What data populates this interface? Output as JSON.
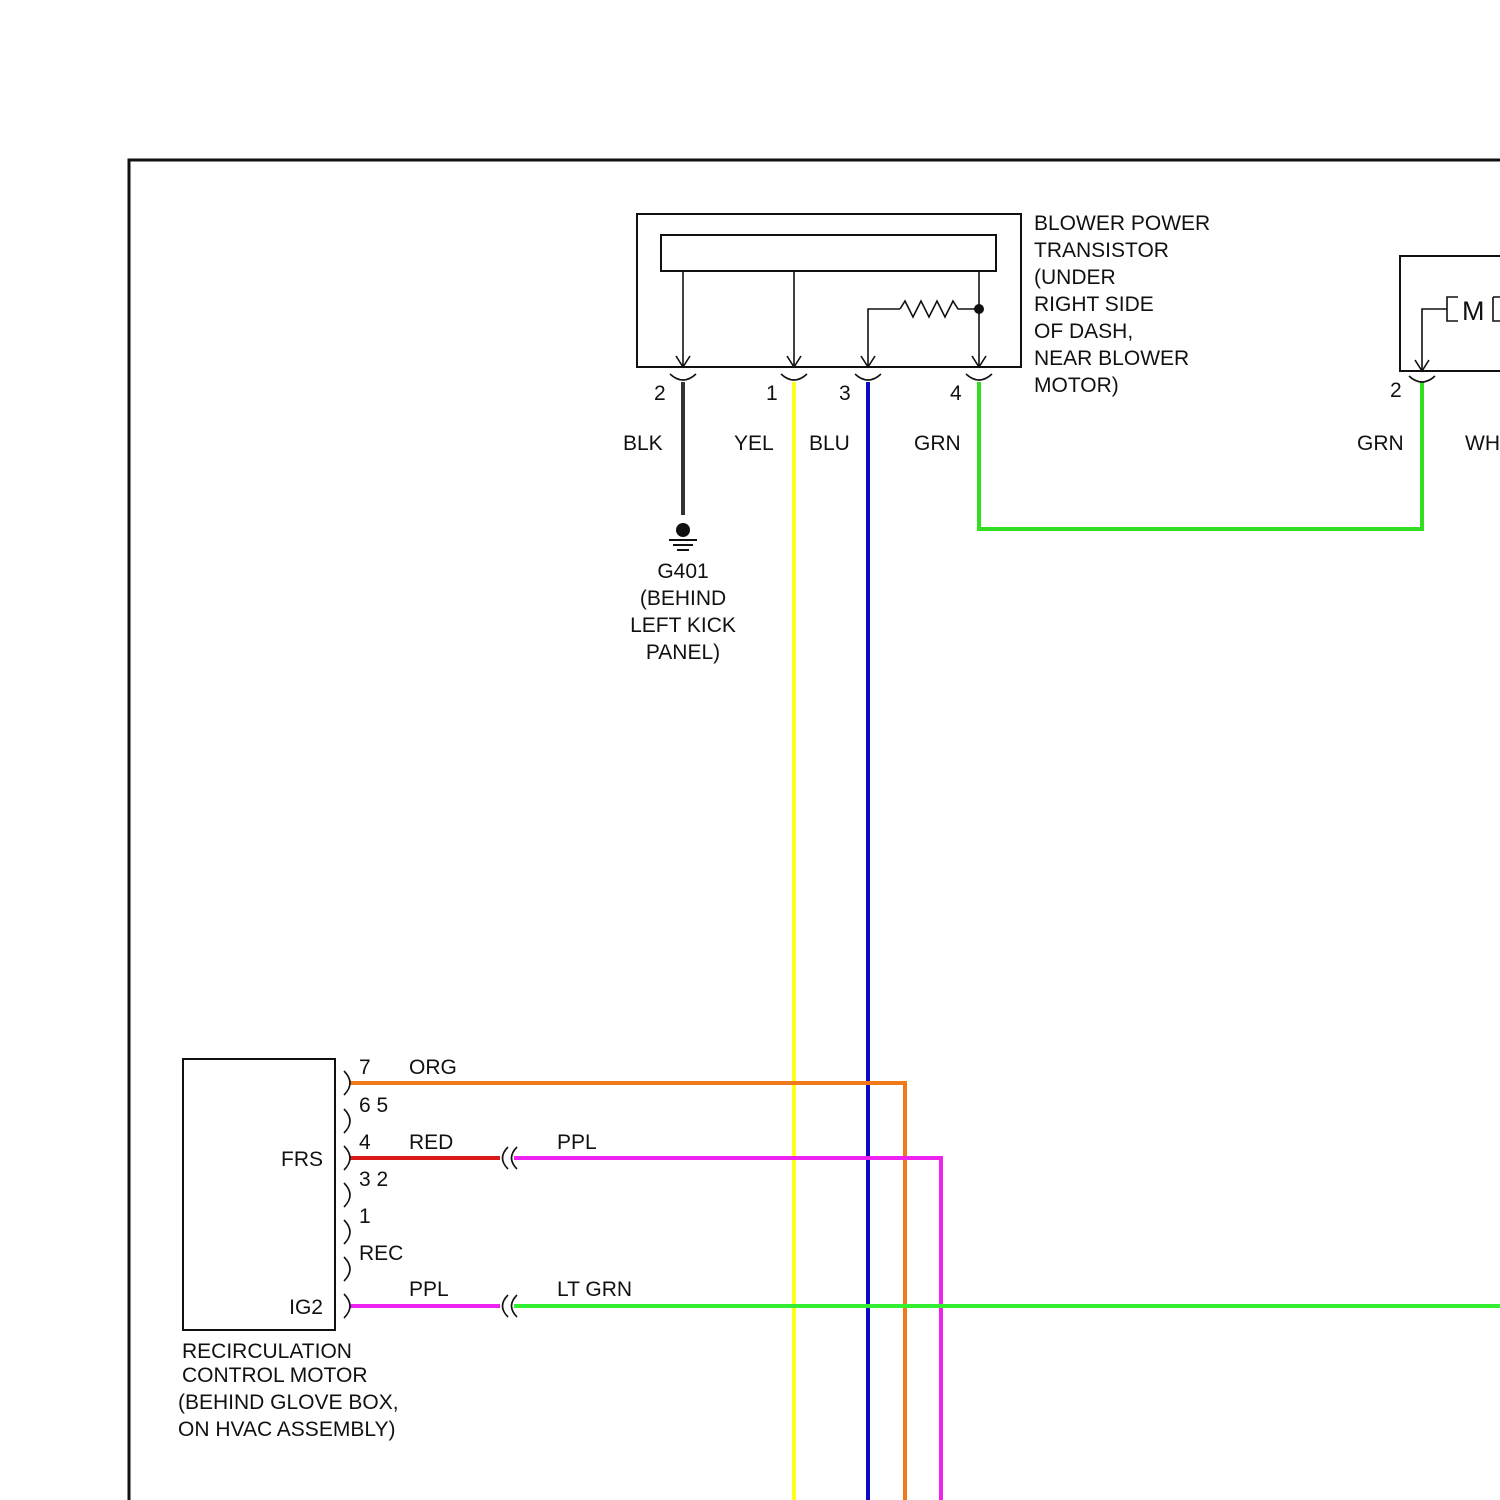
{
  "blower_power_transistor": {
    "label_lines": [
      "BLOWER POWER",
      "TRANSISTOR",
      "(UNDER",
      "RIGHT SIDE",
      "OF DASH,",
      "NEAR BLOWER",
      "MOTOR)"
    ],
    "pins": [
      "2",
      "1",
      "3",
      "4"
    ],
    "wire_colors": [
      "BLK",
      "YEL",
      "BLU",
      "GRN"
    ]
  },
  "ground": {
    "label_lines": [
      "G401",
      "(BEHIND",
      "LEFT KICK",
      "PANEL)"
    ]
  },
  "blower_motor": {
    "symbol": "M",
    "pin": "2",
    "wire_colors": [
      "GRN",
      "WH"
    ]
  },
  "recirculation_control_motor": {
    "label_lines": [
      "RECIRCULATION",
      "CONTROL MOTOR",
      "(BEHIND GLOVE BOX,",
      "ON HVAC ASSEMBLY)"
    ],
    "terminal_labels": [
      "FRS",
      "IG2"
    ],
    "pin_labels": [
      "7",
      "6 5",
      "4",
      "3 2",
      "1",
      "REC"
    ],
    "wire_colors": [
      "ORG",
      "RED",
      "PPL",
      "PPL",
      "LT GRN"
    ]
  },
  "wire_hex": {
    "BLK": "#333333",
    "YEL": "#ffff1a",
    "BLU": "#0b0bc4",
    "GRN": "#33dd22",
    "ORG": "#f07a1a",
    "RED": "#d81a1a",
    "PPL": "#ee22ee",
    "LT GRN": "#33ee33"
  }
}
